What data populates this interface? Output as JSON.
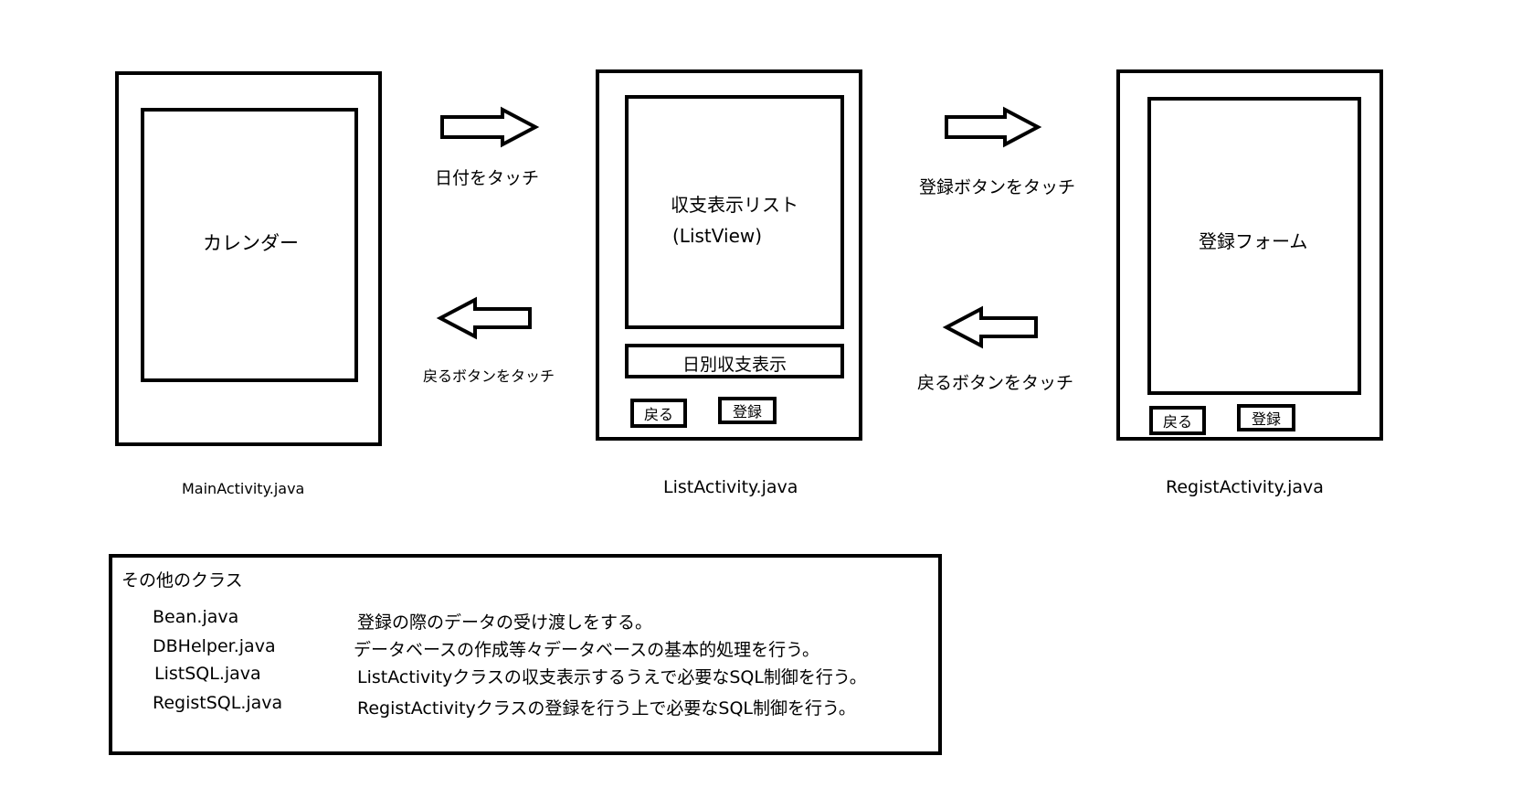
{
  "screens": {
    "main": {
      "label": "カレンダー",
      "file": "MainActivity.java"
    },
    "list": {
      "list_label": "収支表示リスト",
      "list_sublabel": "(ListView)",
      "daily_label": "日別収支表示",
      "back_button": "戻る",
      "register_button": "登録",
      "file": "ListActivity.java"
    },
    "regist": {
      "label": "登録フォーム",
      "back_button": "戻る",
      "register_button": "登録",
      "file": "RegistActivity.java"
    }
  },
  "arrows": {
    "main_to_list": "日付をタッチ",
    "list_to_main": "戻るボタンをタッチ",
    "list_to_regist": "登録ボタンをタッチ",
    "regist_to_list": "戻るボタンをタッチ"
  },
  "other_classes": {
    "title": "その他のクラス",
    "rows": [
      {
        "name": "Bean.java",
        "desc": "登録の際のデータの受け渡しをする。"
      },
      {
        "name": "DBHelper.java",
        "desc": "データベースの作成等々データベースの基本的処理を行う。"
      },
      {
        "name": "ListSQL.java",
        "desc": "ListActivityクラスの収支表示するうえで必要なSQL制御を行う。"
      },
      {
        "name": "RegistSQL.java",
        "desc": "RegistActivityクラスの登録を行う上で必要なSQL制御を行う。"
      }
    ]
  }
}
